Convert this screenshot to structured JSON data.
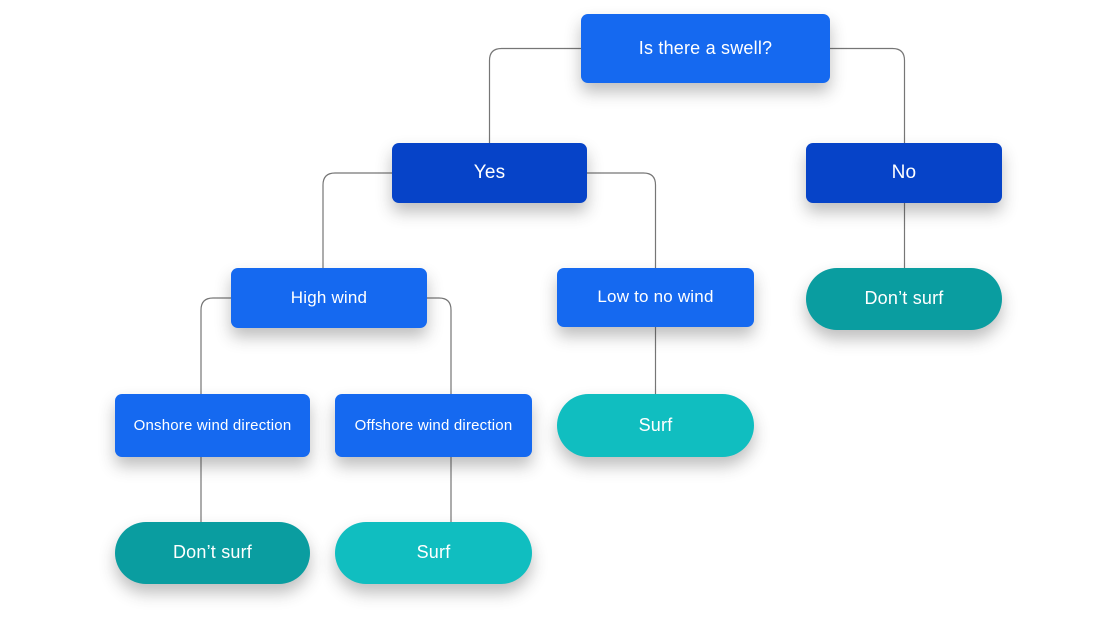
{
  "diagram": {
    "type": "decision-tree",
    "root_question": "Is there a swell?",
    "nodes": [
      {
        "id": "swell-question",
        "label": "Is there a swell?",
        "kind": "question"
      },
      {
        "id": "yes",
        "label": "Yes",
        "kind": "answer"
      },
      {
        "id": "no",
        "label": "No",
        "kind": "answer"
      },
      {
        "id": "high-wind",
        "label": "High wind",
        "kind": "condition"
      },
      {
        "id": "low-to-no-wind",
        "label": "Low to no wind",
        "kind": "condition"
      },
      {
        "id": "dont-surf-no",
        "label": "Don’t surf",
        "kind": "outcome-stop"
      },
      {
        "id": "onshore",
        "label": "Onshore wind direction",
        "kind": "condition"
      },
      {
        "id": "offshore",
        "label": "Offshore wind direction",
        "kind": "condition"
      },
      {
        "id": "surf-low-wind",
        "label": "Surf",
        "kind": "outcome-go"
      },
      {
        "id": "dont-surf-onshore",
        "label": "Don’t surf",
        "kind": "outcome-stop"
      },
      {
        "id": "surf-offshore",
        "label": "Surf",
        "kind": "outcome-go"
      }
    ],
    "edges": [
      {
        "from": "swell-question",
        "to": "yes"
      },
      {
        "from": "swell-question",
        "to": "no"
      },
      {
        "from": "yes",
        "to": "high-wind"
      },
      {
        "from": "yes",
        "to": "low-to-no-wind"
      },
      {
        "from": "no",
        "to": "dont-surf-no"
      },
      {
        "from": "high-wind",
        "to": "onshore"
      },
      {
        "from": "high-wind",
        "to": "offshore"
      },
      {
        "from": "low-to-no-wind",
        "to": "surf-low-wind"
      },
      {
        "from": "onshore",
        "to": "dont-surf-onshore"
      },
      {
        "from": "offshore",
        "to": "surf-offshore"
      }
    ],
    "colors": {
      "question": "#1569f0",
      "answer": "#0643c8",
      "condition": "#1569f0",
      "outcome_stop": "#0a9da0",
      "outcome_go": "#10bec0",
      "connector": "#767676",
      "text": "#ffffff"
    }
  }
}
